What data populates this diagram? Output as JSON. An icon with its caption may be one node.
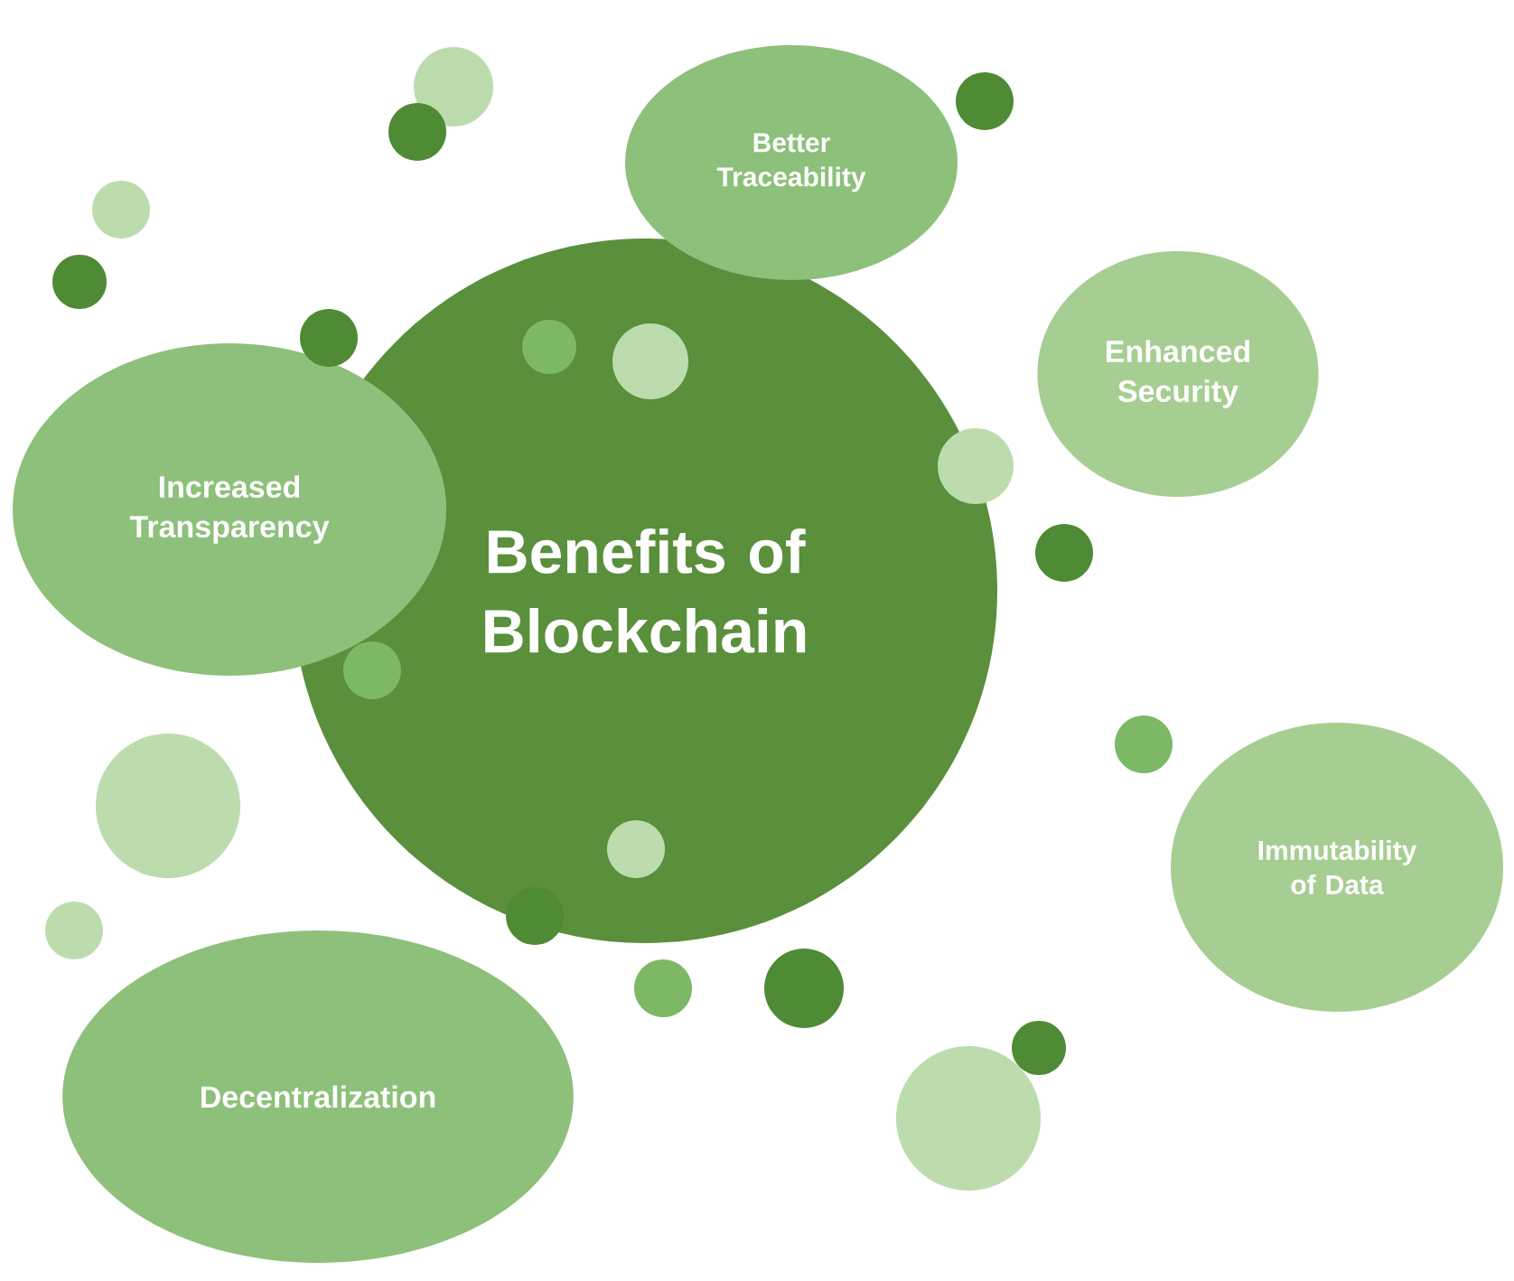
{
  "diagram": {
    "nodes": [
      {
        "text": [
          "Better Traceability"
        ]
      },
      {
        "text": [
          "Enhanced Security"
        ]
      },
      {
        "text": [
          "Increased Transparency"
        ]
      },
      {
        "text": [
          "Benefits of Blockchain"
        ]
      },
      {
        "text": [
          "Immutability of Data"
        ]
      },
      {
        "text": [
          "Decentralization"
        ]
      }
    ]
  }
}
